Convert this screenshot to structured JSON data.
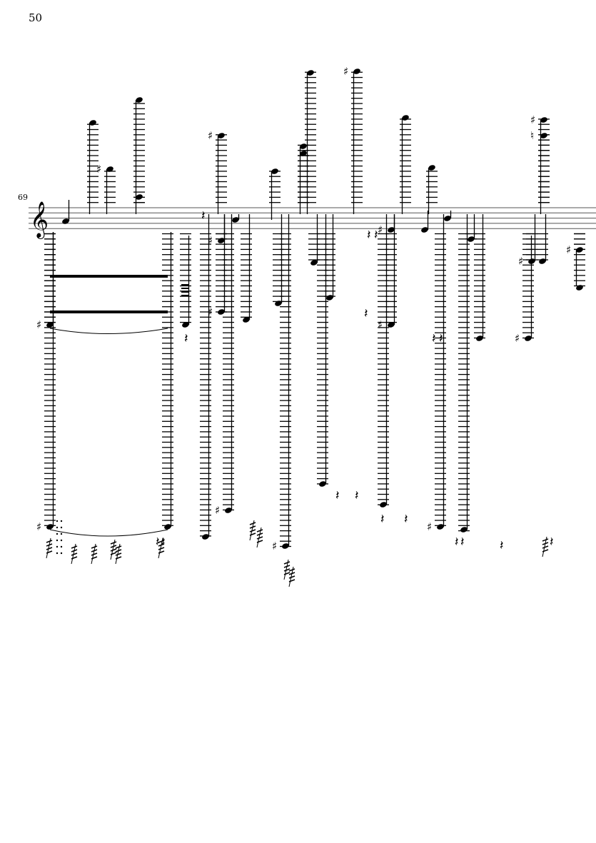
{
  "page": {
    "number": "50"
  },
  "system": {
    "measure_number": "69",
    "clef": "treble"
  },
  "colors": {
    "ink": "#000000",
    "staff": "#555555",
    "paper": "#ffffff"
  }
}
